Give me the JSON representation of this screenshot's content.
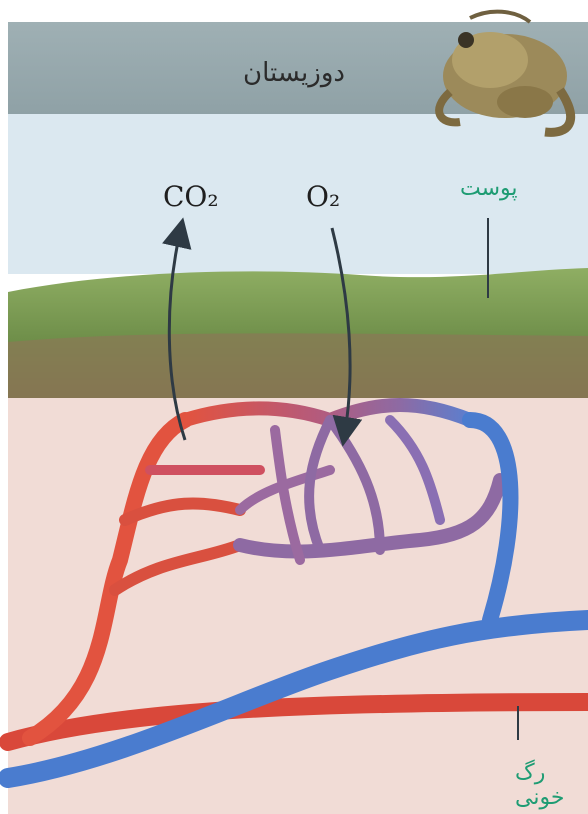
{
  "title": "دوزیستان",
  "gases": {
    "co2": "CO₂",
    "o2": "O₂"
  },
  "labels": {
    "skin": "پوست",
    "blood_vessel": "رگ خونی"
  },
  "colors": {
    "air": "#dbe8f0",
    "skin_green": "#7fa05a",
    "soil_brown": "#8a7a55",
    "tissue": "#f1dcd6",
    "artery": "#d9483a",
    "capillary": "#8e6aa3",
    "vein": "#4a7ccf",
    "label_green": "#1e9c73"
  }
}
